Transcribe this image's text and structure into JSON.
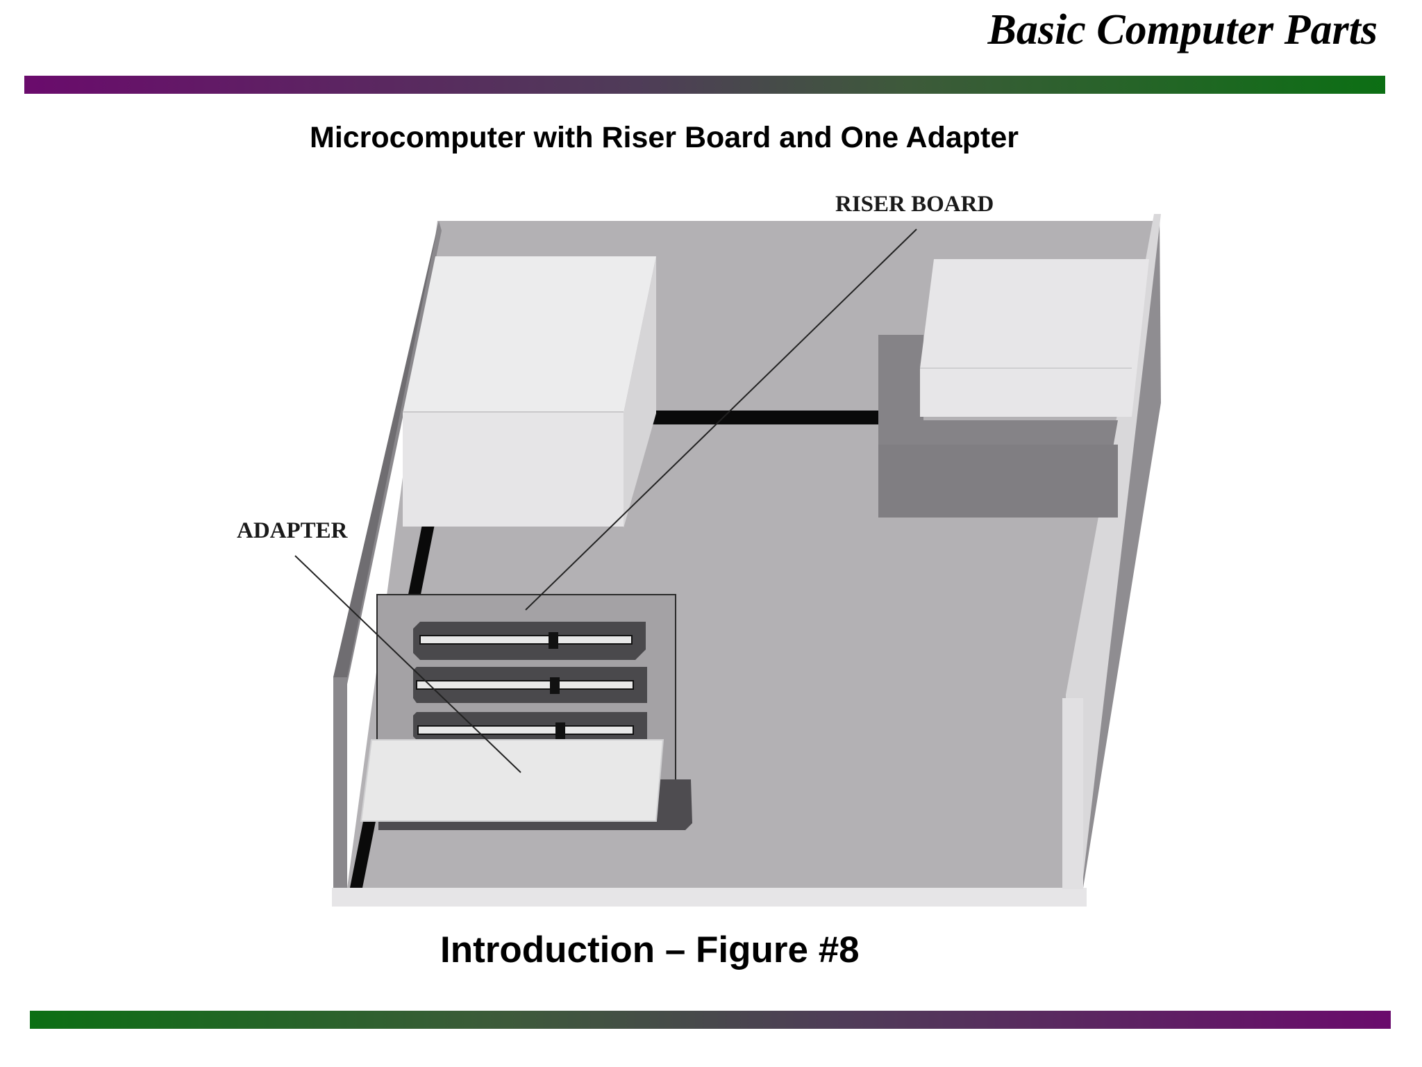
{
  "header": {
    "title": "Basic Computer Parts"
  },
  "diagram": {
    "heading": "Microcomputer with Riser Board and One Adapter",
    "labels": {
      "riser_board": "RISER BOARD",
      "adapter": "ADAPTER"
    },
    "colors": {
      "floor": "#b3b1b4",
      "wall": "#8a888c",
      "drive_bay": "#e5e4e6",
      "riser_board": "#a4a2a5",
      "adapter_card": "#e8e8e8",
      "cable": "#0a0a0a"
    }
  },
  "footer": {
    "caption": "Introduction – Figure #8"
  },
  "theme": {
    "band_start": "#6a0b6c",
    "band_end": "#0c6f14"
  }
}
